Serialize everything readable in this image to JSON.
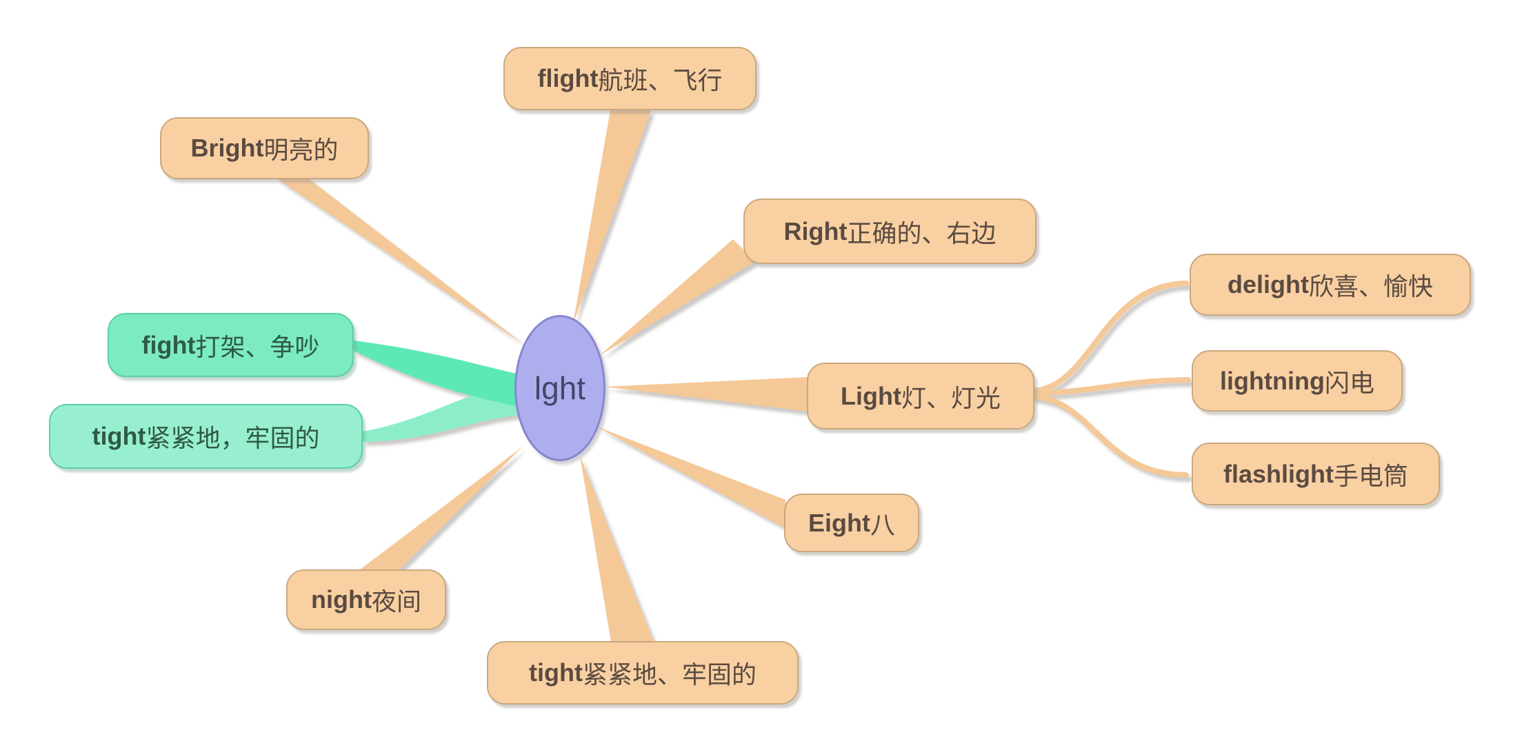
{
  "root": {
    "label": "lght"
  },
  "nodes": {
    "flight": {
      "en": "flight",
      "zh": "航班、飞行"
    },
    "bright": {
      "en": "Bright",
      "zh": "明亮的"
    },
    "right": {
      "en": "Right",
      "zh": "正确的、右边"
    },
    "light": {
      "en": "Light",
      "zh": "灯、灯光"
    },
    "delight": {
      "en": "delight",
      "zh": "欣喜、愉快"
    },
    "lightning": {
      "en": "lightning",
      "zh": "闪电"
    },
    "flashlight": {
      "en": "flashlight",
      "zh": "手电筒"
    },
    "fight": {
      "en": "fight",
      "zh": "打架、争吵"
    },
    "tight_green": {
      "en": "tight",
      "zh": "紧紧地，牢固的"
    },
    "eight": {
      "en": "Eight",
      "zh": "八"
    },
    "night": {
      "en": "night",
      "zh": "夜间"
    },
    "tight_orange": {
      "en": "tight",
      "zh": "紧紧地、牢固的"
    }
  },
  "colors": {
    "background": "#FFFFFF",
    "branch_orange": "#F5C897",
    "node_orange_fill": "#F9D0A2",
    "node_orange_border": "#C9A87E",
    "node_orange_text": "#5A4B41",
    "branch_green_dark": "#5DE9B5",
    "branch_green_light": "#8BEEC9",
    "node_green_fill_fight": "#7CEBC0",
    "node_green_fill_tight": "#97EFCF",
    "node_green_border": "#5ACFA2",
    "node_green_text": "#2F5A47",
    "root_fill": "#AEADEE",
    "root_border": "#8886CE",
    "root_text": "#45456B"
  }
}
